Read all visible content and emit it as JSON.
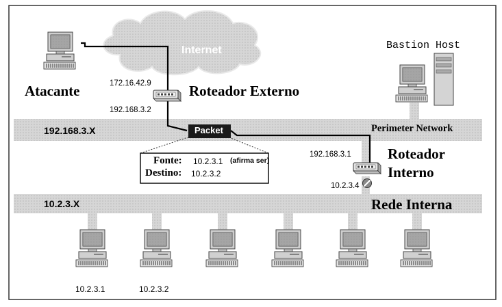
{
  "cloud_label": "Internet",
  "attacker": {
    "label": "Atacante",
    "ip": "172.16.42.9"
  },
  "external_router": {
    "label": "Roteador Externo",
    "ip": "192.168.3.2"
  },
  "bastion": {
    "label": "Bastion Host"
  },
  "perimeter": {
    "label": "Perimeter Network",
    "net": "192.168.3.X"
  },
  "packet": {
    "label": "Packet",
    "fonte_label": "Fonte:",
    "fonte_value": "10.2.3.1",
    "fonte_note": "(afirma ser)",
    "destino_label": "Destino:",
    "destino_value": "10.2.3.2"
  },
  "internal_router": {
    "label_line1": "Roteador",
    "label_line2": "Interno",
    "ip_top": "192.168.3.1",
    "ip_bottom": "10.2.3.4"
  },
  "internal_net": {
    "label": "Rede Interna",
    "net": "10.2.3.X"
  },
  "hosts": [
    "10.2.3.1",
    "10.2.3.2"
  ],
  "colors": {
    "band": "#d8d8d8",
    "frame": "#333333",
    "packet_bg": "#1a1a1a",
    "cloud": "#c9c9c9",
    "block_icon": "#888888"
  }
}
